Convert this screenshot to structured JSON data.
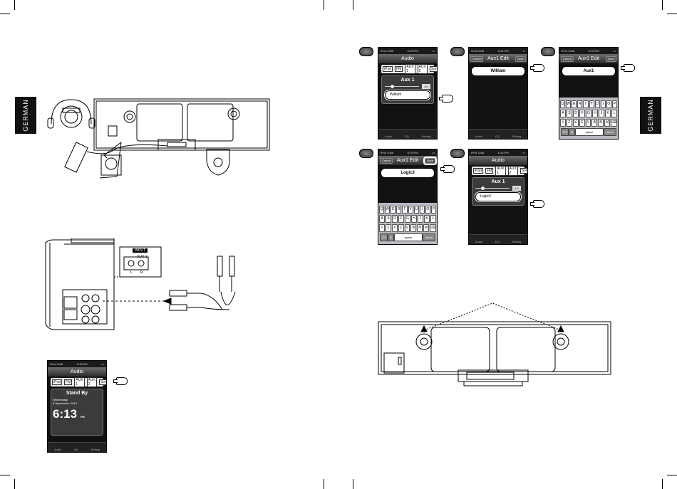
{
  "side_tab_label": "GERMAN",
  "status": {
    "carrier": "iPod 1048",
    "time": "6:15 PM"
  },
  "screens": {
    "audio_aux": {
      "title": "Audio",
      "sources": [
        "iPod",
        "FM",
        "AUX 1",
        "AUX 2",
        "Sony"
      ],
      "panel_title": "Aux 1",
      "slider_value": "4.0",
      "button": "William"
    },
    "edit_william": {
      "left_btn": "Cancel",
      "title": "Aux1 Edit",
      "right_btn": "Save",
      "field": "William"
    },
    "edit_aux1": {
      "left_btn": "Cancel",
      "title": "Aux1 Edit",
      "right_btn": "Save",
      "field": "Aux1"
    },
    "edit_logic3": {
      "left_btn": "Cancel",
      "title": "Aux1 Edit",
      "right_btn": "Save",
      "field": "Logic3"
    },
    "audio_logic3": {
      "title": "Audio",
      "sources": [
        "iPod",
        "FM",
        "AUX 1",
        "AUX 2",
        "Sony"
      ],
      "panel_title": "Aux 1",
      "slider_value": "4.0",
      "button": "Logic3"
    },
    "standby": {
      "title": "Audio",
      "sources": [
        "iPod",
        "FM",
        "AUX 1",
        "AUX 2",
        "Sony"
      ],
      "panel_title": "Stand By",
      "day": "Wednesday",
      "date": "8 September, 2010",
      "clock": "6:13",
      "ampm": "PM"
    }
  },
  "keyboard": {
    "row1": [
      "Q",
      "W",
      "E",
      "R",
      "T",
      "Y",
      "U",
      "I",
      "O",
      "P"
    ],
    "row2": [
      "A",
      "S",
      "D",
      "F",
      "G",
      "H",
      "J",
      "K",
      "L"
    ],
    "row3": [
      "Z",
      "X",
      "C",
      "V",
      "B",
      "N",
      "M"
    ],
    "num": "123",
    "space": "space",
    "ret": "return"
  },
  "tabbar": [
    "Audio",
    "EQ",
    "Setting"
  ],
  "aux_panel": {
    "title": "INPUT",
    "subtitle": "AUX-2",
    "left": "L",
    "right": "R"
  }
}
